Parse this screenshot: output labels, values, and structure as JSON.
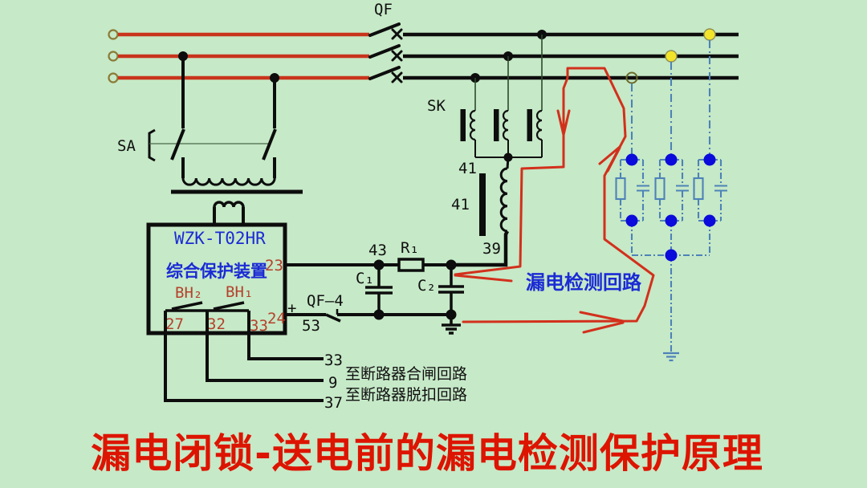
{
  "colors": {
    "background": "#c6e9c7",
    "wire_black": "#0d0d0d",
    "wire_red": "#c8351c",
    "annotation_red": "#d2301c",
    "terminal_label_red": "#b5412c",
    "title_red": "#dd1400",
    "text_blue": "#1b2bd5",
    "impedance_blue": "#4d82b8",
    "node_dot_blue": "#0b0bdb",
    "tap_dot_yellow": "#f2e42a",
    "line_start_ring": "#8a7a35"
  },
  "top": {
    "breaker_label": "QF"
  },
  "control": {
    "isolator_label": "SA"
  },
  "ct": {
    "label": "SK",
    "tap_top": "41",
    "tap_mid": "41",
    "tap_bottom": "39"
  },
  "device": {
    "model": "WZK-T02HR",
    "name": "综合保护装置",
    "contact_left": "BH₂",
    "contact_right": "BH₁",
    "term_23": "23",
    "term_24": "24",
    "term_27": "27",
    "term_32": "32",
    "term_33": "33"
  },
  "detection": {
    "node_43": "43",
    "resistor": "R₁",
    "cap1": "C₁",
    "cap2": "C₂",
    "plus": "+",
    "aux_contact": "QF–4",
    "aux_contact_num": "53",
    "loop_label": "漏电检测回路"
  },
  "outputs": {
    "wire_33": "33",
    "wire_9": "9",
    "wire_37": "37",
    "closing_text": "至断路器合闸回路",
    "trip_text": "至断路器脱扣回路"
  },
  "title": {
    "text": "漏电闭锁-送电前的漏电检测保护原理"
  }
}
